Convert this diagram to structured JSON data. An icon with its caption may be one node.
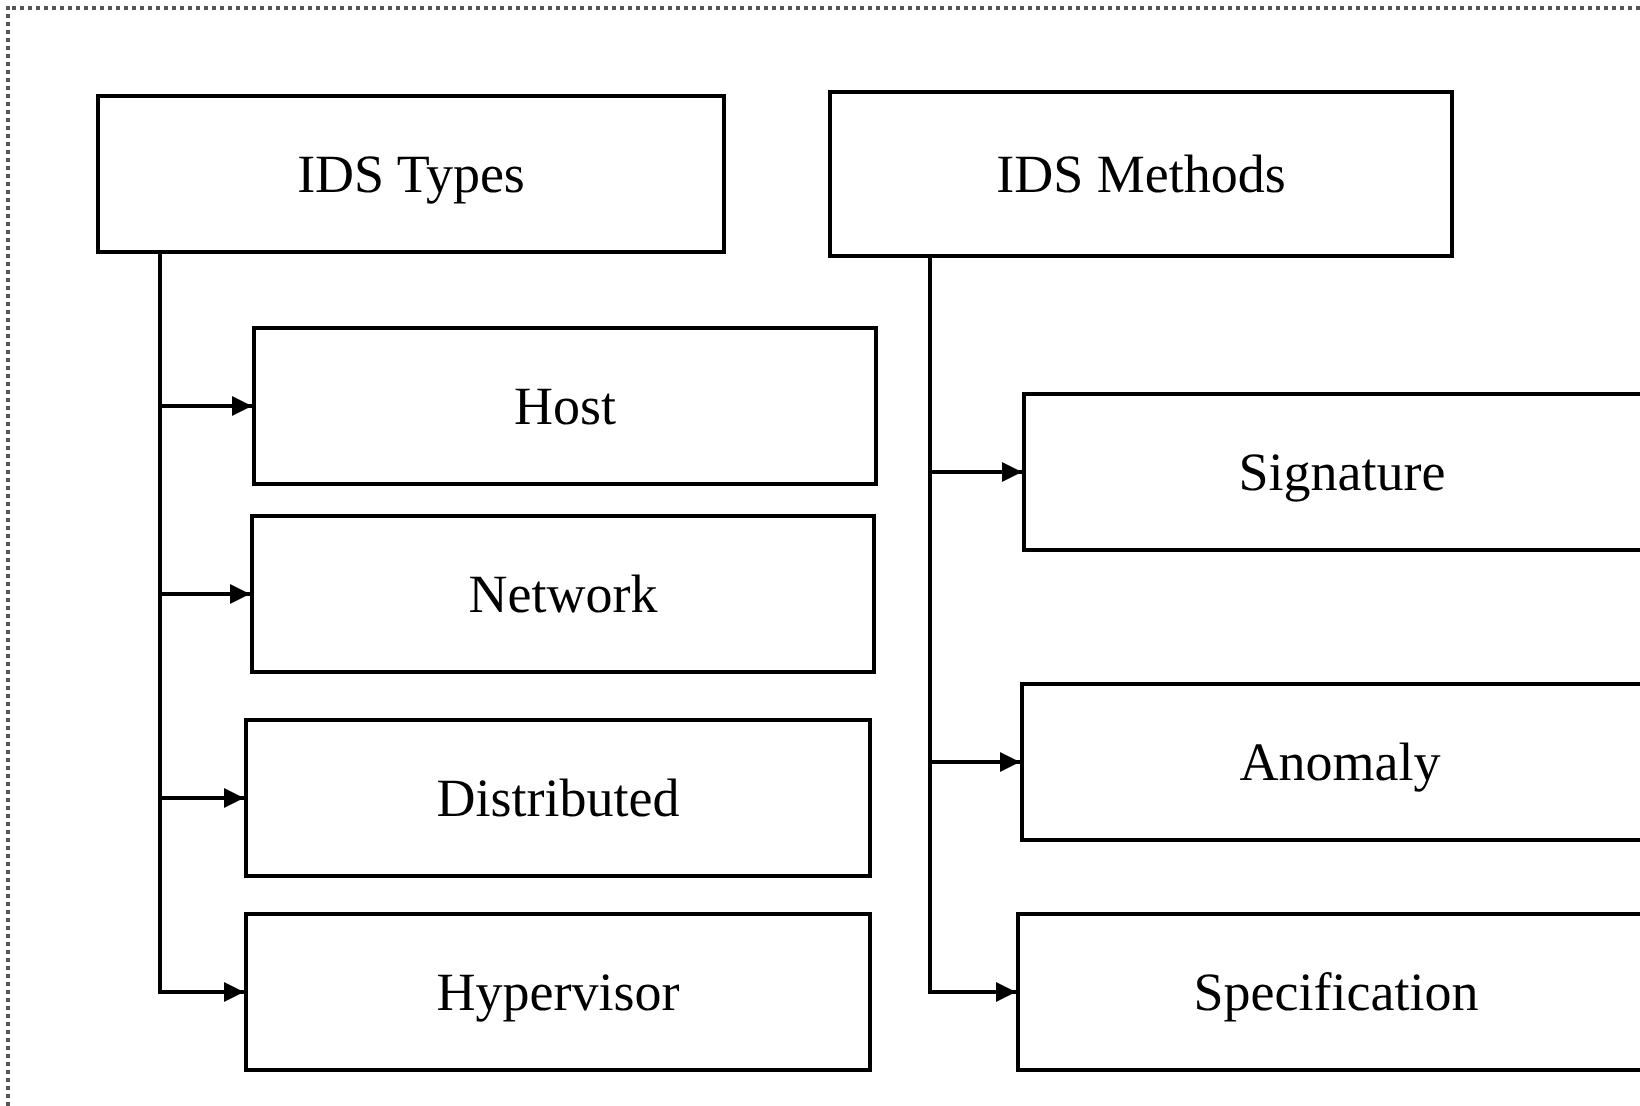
{
  "diagram": {
    "nodes": [
      {
        "text": [
          "IDS Types"
        ]
      },
      {
        "text": [
          "Host"
        ]
      },
      {
        "text": [
          "Network"
        ]
      },
      {
        "text": [
          "Distributed"
        ]
      },
      {
        "text": [
          "Hypervisor"
        ]
      },
      {
        "text": [
          "IDS Methods"
        ]
      },
      {
        "text": [
          "Signature"
        ]
      },
      {
        "text": [
          "Anomaly"
        ]
      },
      {
        "text": [
          "Specification"
        ]
      }
    ],
    "edges": [
      {
        "from": 0,
        "to": 1,
        "arrow": "to"
      },
      {
        "from": 0,
        "to": 2,
        "arrow": "to"
      },
      {
        "from": 0,
        "to": 3,
        "arrow": "to"
      },
      {
        "from": 0,
        "to": 4,
        "arrow": "to"
      },
      {
        "from": 5,
        "to": 6,
        "arrow": "to"
      },
      {
        "from": 5,
        "to": 7,
        "arrow": "to"
      },
      {
        "from": 5,
        "to": 8,
        "arrow": "to"
      }
    ]
  }
}
